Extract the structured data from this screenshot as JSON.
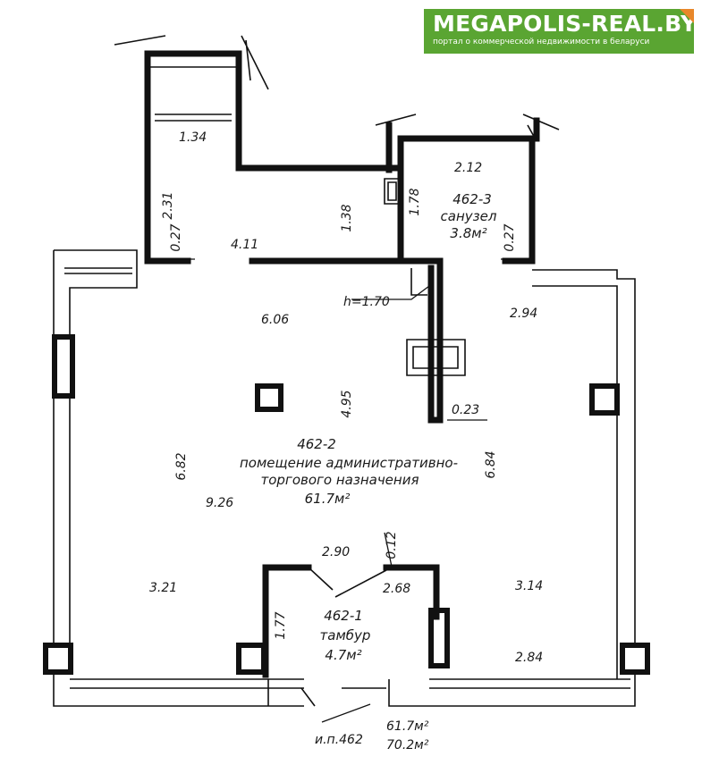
{
  "logo": {
    "brand": "MEGAPOLIS-REAL.BY",
    "tagline": "портал о коммерческой недвижимости в беларуси"
  },
  "rooms": {
    "main": {
      "id": "462-2",
      "name_line1": "помещение административно-",
      "name_line2": "торгового назначения",
      "area": "61.7м²"
    },
    "wc": {
      "id": "462-3",
      "name": "санузел",
      "area": "3.8м²"
    },
    "vestibule": {
      "id": "462-1",
      "name": "тамбур",
      "area": "4.7м²"
    }
  },
  "dimensions": {
    "d1_34": "1.34",
    "d2_31": "2.31",
    "d0_27_left": "0.27",
    "d4_11": "4.11",
    "d1_38": "1.38",
    "d1_78": "1.78",
    "d2_12": "2.12",
    "d0_27_right": "0.27",
    "h_1_70": "h=1.70",
    "d6_06": "6.06",
    "d2_94": "2.94",
    "d4_95": "4.95",
    "d0_23": "0.23",
    "d6_82": "6.82",
    "d6_84": "6.84",
    "d9_26": "9.26",
    "d2_90": "2.90",
    "d0_12": "0.12",
    "d3_21": "3.21",
    "d2_68": "2.68",
    "d3_14": "3.14",
    "d1_77": "1.77",
    "d2_84": "2.84"
  },
  "totals": {
    "inventory_label": "и.п.462",
    "area_1": "61.7м²",
    "area_2": "70.2м²"
  }
}
